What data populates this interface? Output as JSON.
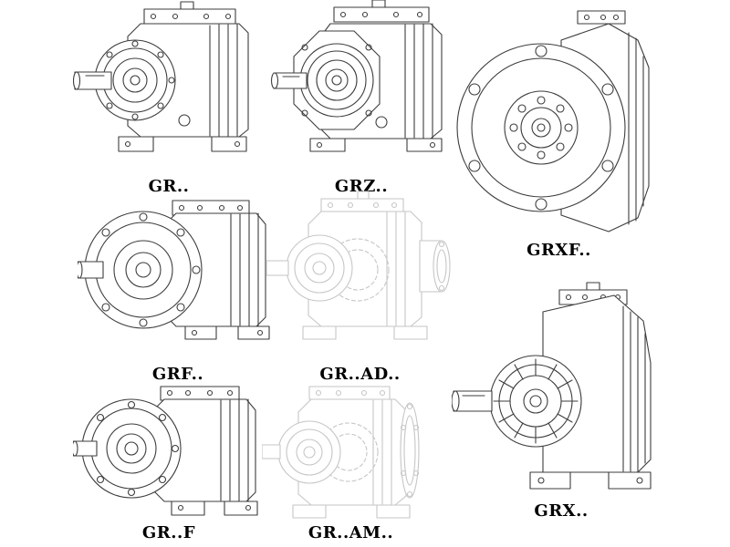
{
  "page": {
    "background": "#ffffff",
    "line_color": "#3d3d3d",
    "phantom_line_color": "#c6c6c6",
    "label_color": "#000000"
  },
  "models": [
    {
      "label": "GR..",
      "style": "solid"
    },
    {
      "label": "GRZ..",
      "style": "solid"
    },
    {
      "label": "GRXF..",
      "style": "solid"
    },
    {
      "label": "GRF..",
      "style": "solid"
    },
    {
      "label": "GR..AD..",
      "style": "phantom"
    },
    {
      "label": "GR..F",
      "style": "solid"
    },
    {
      "label": "GR..AM..",
      "style": "phantom"
    },
    {
      "label": "GRX..",
      "style": "solid"
    }
  ]
}
